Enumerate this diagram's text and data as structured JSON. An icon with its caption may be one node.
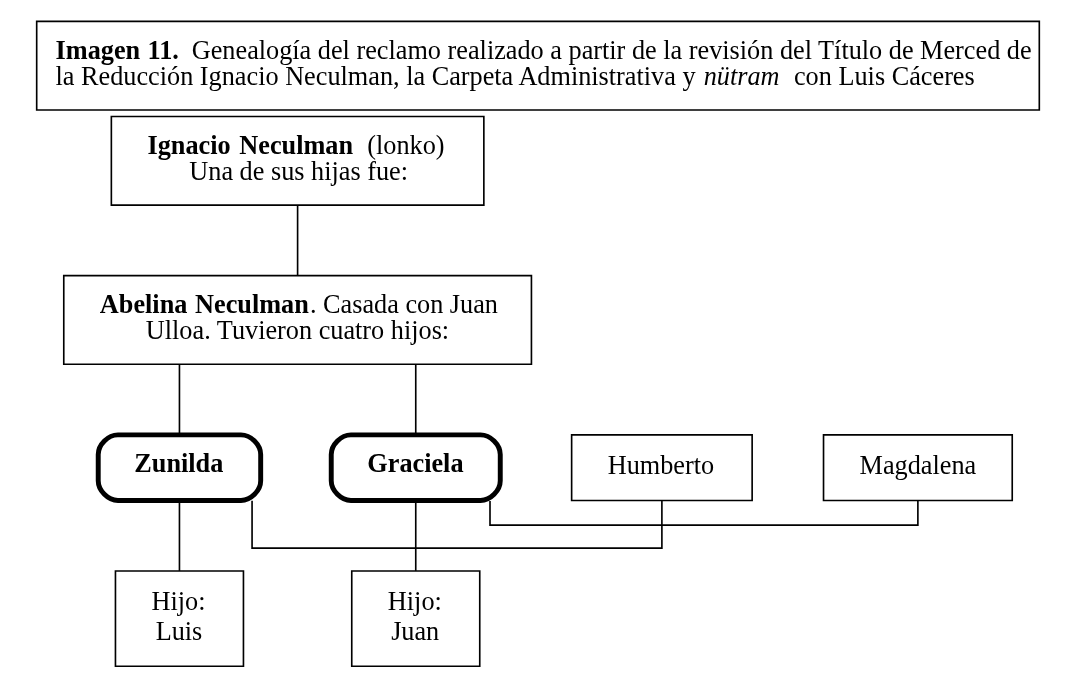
{
  "diagram": {
    "title": "**Imagen 11.** Genealogía del reclamo realizado a partir de la revisión del Título de Merced de la Reducción Ignacio Neculman, la Carpeta Administrativa y *nütram* con Luis Cáceres",
    "nodes": [
      {
        "text": [
          "**Ignacio Neculman** (lonko)",
          "Una de sus hijas fue:"
        ]
      },
      {
        "text": [
          "**Abelina Neculman**. Casada con Juan Ulloa. Tuvieron cuatro hijos:"
        ]
      },
      {
        "text": [
          "Humberto"
        ]
      },
      {
        "text": [
          "Zunilda"
        ]
      },
      {
        "text": [
          "Graciela"
        ]
      },
      {
        "text": [
          "Magdalena"
        ]
      },
      {
        "text": [
          "Hijo:",
          "Luis"
        ]
      },
      {
        "text": [
          "Hijo:",
          "Juan"
        ]
      }
    ],
    "edges": [
      {
        "from": 0,
        "to": 1,
        "arrow": "none"
      },
      {
        "from": 1,
        "to": 3,
        "arrow": "none"
      },
      {
        "from": 1,
        "to": 4,
        "arrow": "none"
      },
      {
        "from": 2,
        "to": 3,
        "arrow": "none"
      },
      {
        "from": 4,
        "to": 5,
        "arrow": "none"
      },
      {
        "from": 3,
        "to": 6,
        "arrow": "none"
      },
      {
        "from": 4,
        "to": 7,
        "arrow": "none"
      }
    ]
  }
}
